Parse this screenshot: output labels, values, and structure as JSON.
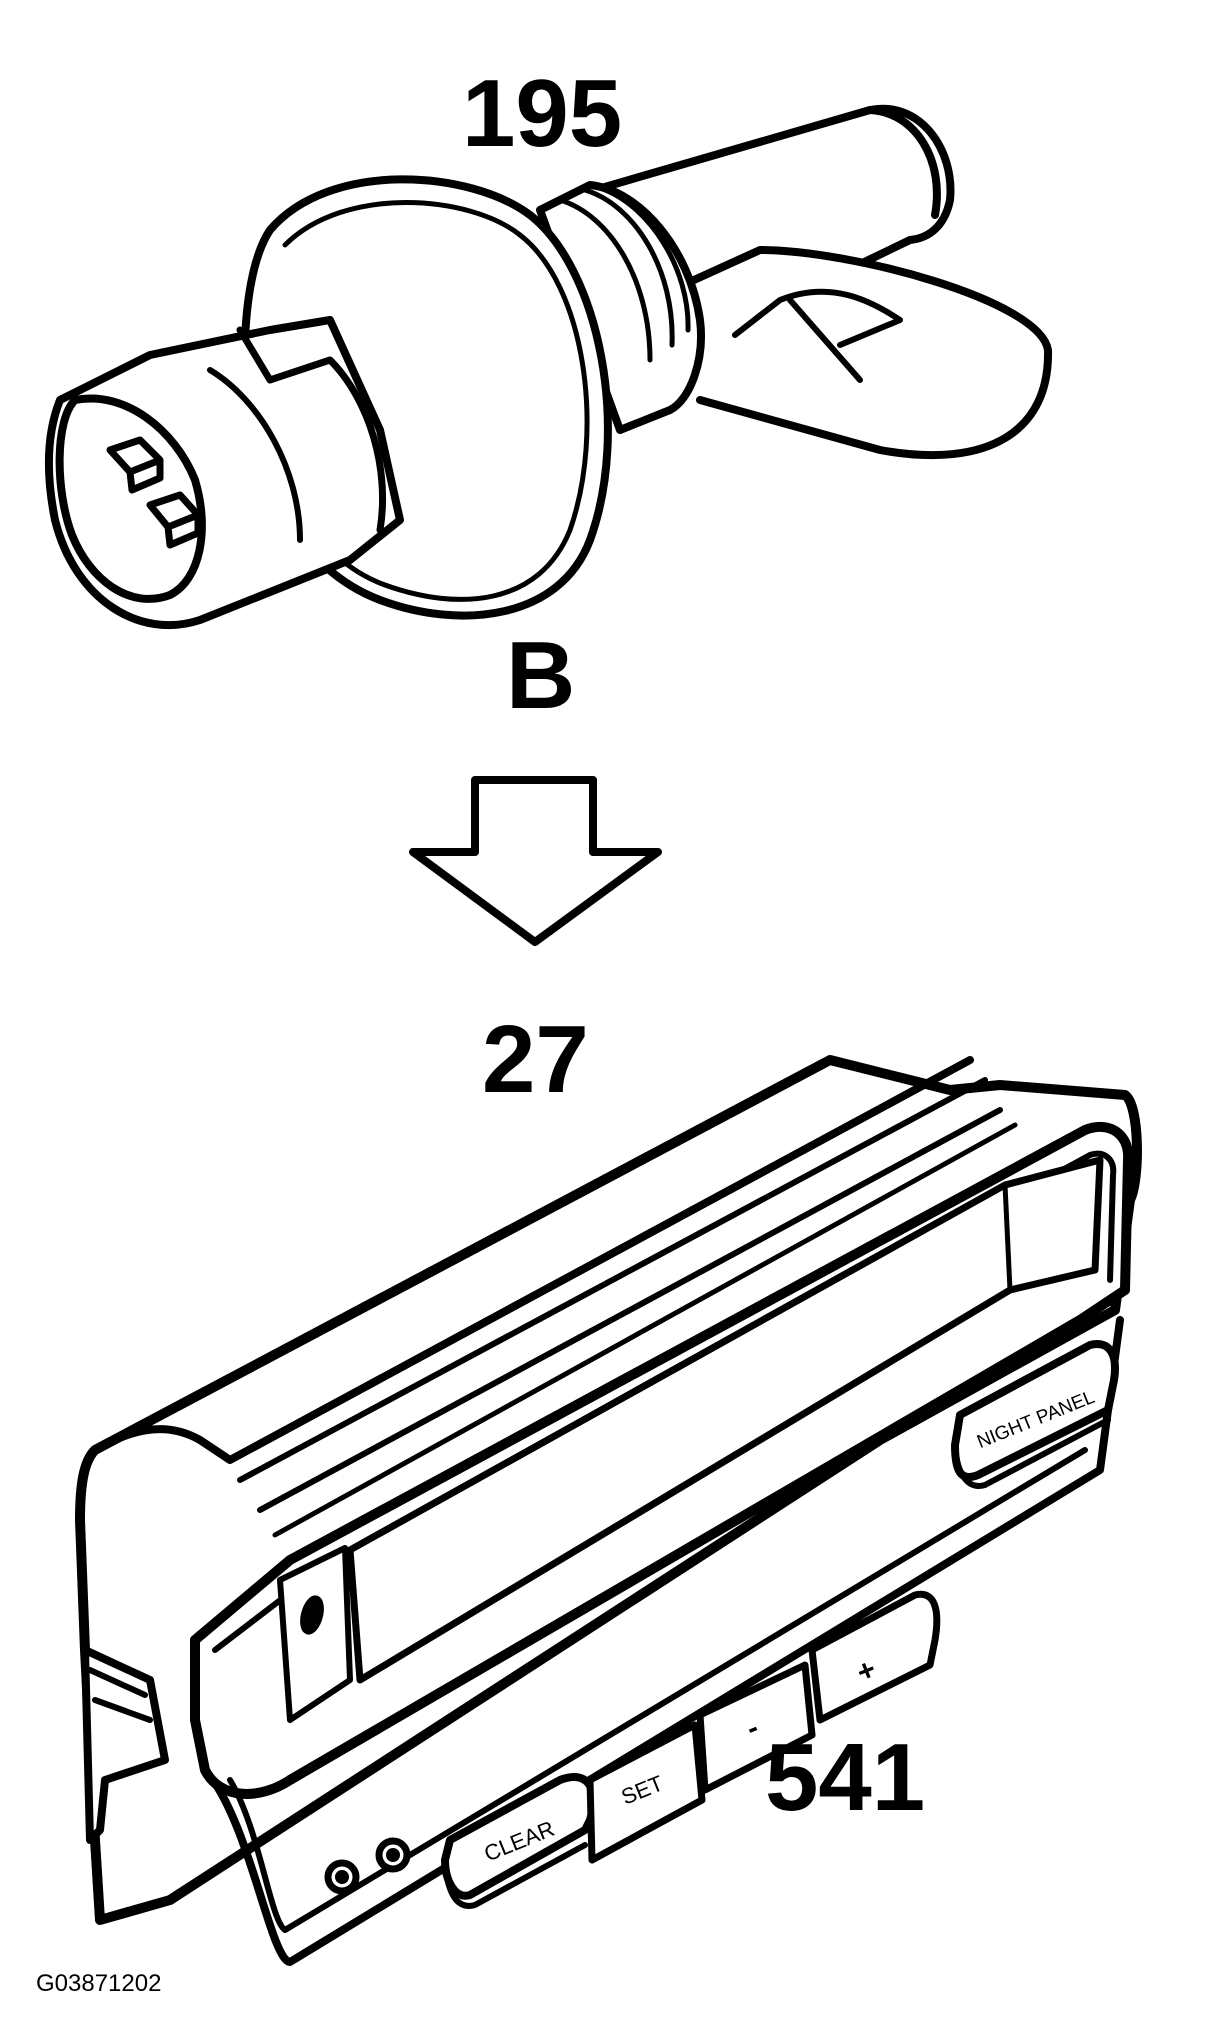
{
  "callouts": {
    "sensor_number": "195",
    "view_letter": "B",
    "arrow_number": "27",
    "panel_number": "541"
  },
  "panel_buttons": {
    "clear": "CLEAR",
    "set": "SET",
    "minus": "-",
    "plus": "+",
    "night_panel": "NIGHT PANEL"
  },
  "figure_id": "G03871202",
  "colors": {
    "line": "#000000",
    "background": "#ffffff"
  },
  "icons": {
    "arrow": "down-arrow-icon"
  }
}
